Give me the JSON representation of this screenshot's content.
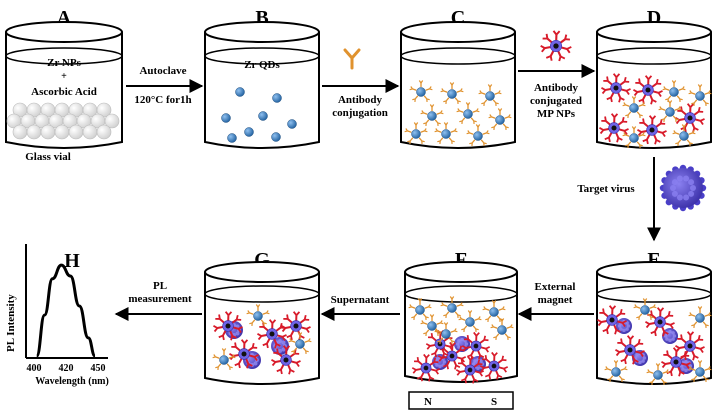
{
  "panels": {
    "A": "A",
    "B": "B",
    "C": "C",
    "D": "D",
    "E": "E",
    "F": "F",
    "G": "G",
    "H": "H"
  },
  "vial_a": {
    "line1": "Zr NPs",
    "line2": "+",
    "line3": "Ascorbic Acid",
    "caption": "Glass vial"
  },
  "vial_b": {
    "label": "Zr QDs"
  },
  "steps": {
    "ab_top": "Autoclave",
    "ab_bottom": "120°C for1h",
    "bc_line1": "Antibody",
    "bc_line2": "conjugation",
    "cd_line1": "Antibody",
    "cd_line2": "conjugated",
    "cd_line3": "MP NPs",
    "de": "Target  virus",
    "ef_line1": "External",
    "ef_line2": "magnet",
    "fg": "Supernatant",
    "gh_line1": "PL",
    "gh_line2": "measurement"
  },
  "magnet": {
    "north": "N",
    "south": "S"
  },
  "chart_data": {
    "type": "line",
    "ylabel": "PL Intensity",
    "xlabel": "Wavelength (nm)",
    "x_ticks": [
      "400",
      "420",
      "450"
    ],
    "series": [
      {
        "x": [
          398,
          405,
          412,
          420,
          428,
          436,
          444,
          450
        ],
        "y": [
          0.0,
          0.45,
          0.85,
          1.0,
          0.88,
          0.55,
          0.2,
          0.0
        ]
      }
    ],
    "xlim": [
      392,
      458
    ],
    "ylim": [
      0,
      1.1
    ]
  },
  "colors": {
    "qd": "#3a7fc4",
    "antibody": "#e0922e",
    "mp_arms": "#d81b2a",
    "virus": "#5b4fd6"
  }
}
